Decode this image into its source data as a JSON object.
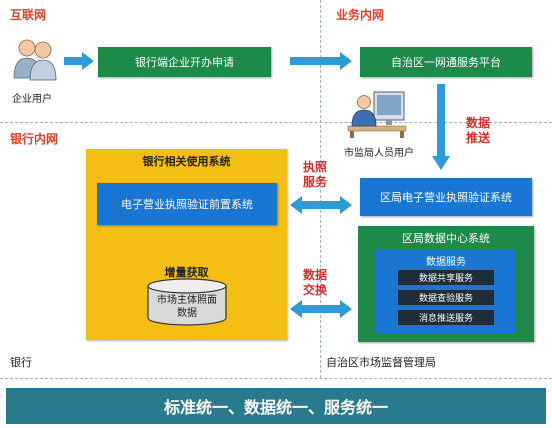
{
  "zones": {
    "internet": "互联网",
    "business_intranet": "业务内网",
    "bank_intranet": "银行内网",
    "bank": "银行",
    "regulator": "自治区市场监督管理局"
  },
  "actors": {
    "enterprise_user": "企业用户",
    "regulator_staff": "市监局人员用户"
  },
  "boxes": {
    "bank_apply": "银行端企业开办申请",
    "gov_platform": "自治区一网通服务平台",
    "bank_system_title": "银行相关使用系统",
    "bank_front_system": "电子营业执照验证前置系统",
    "incremental": "增量获取",
    "db_line1": "市场主体照面",
    "db_line2": "数据",
    "bureau_verify": "区局电子营业执照验证系统",
    "data_center_title": "区局数据中心系统",
    "data_service_title": "数据服务",
    "services": [
      "数据共享服务",
      "数据查验服务",
      "消息推送服务"
    ]
  },
  "arrows": {
    "data_push": [
      "数据",
      "推送"
    ],
    "license_service": [
      "执照",
      "服务"
    ],
    "data_exchange": [
      "数据",
      "交换"
    ]
  },
  "footer": "标准统一、数据统一、服务统一",
  "colors": {
    "green": "#1e8a4a",
    "blue": "#1976d2",
    "yellow": "#f4be12",
    "red": "#d32f2f",
    "teal": "#2a7a8e",
    "arrow": "#2e9ad6"
  }
}
